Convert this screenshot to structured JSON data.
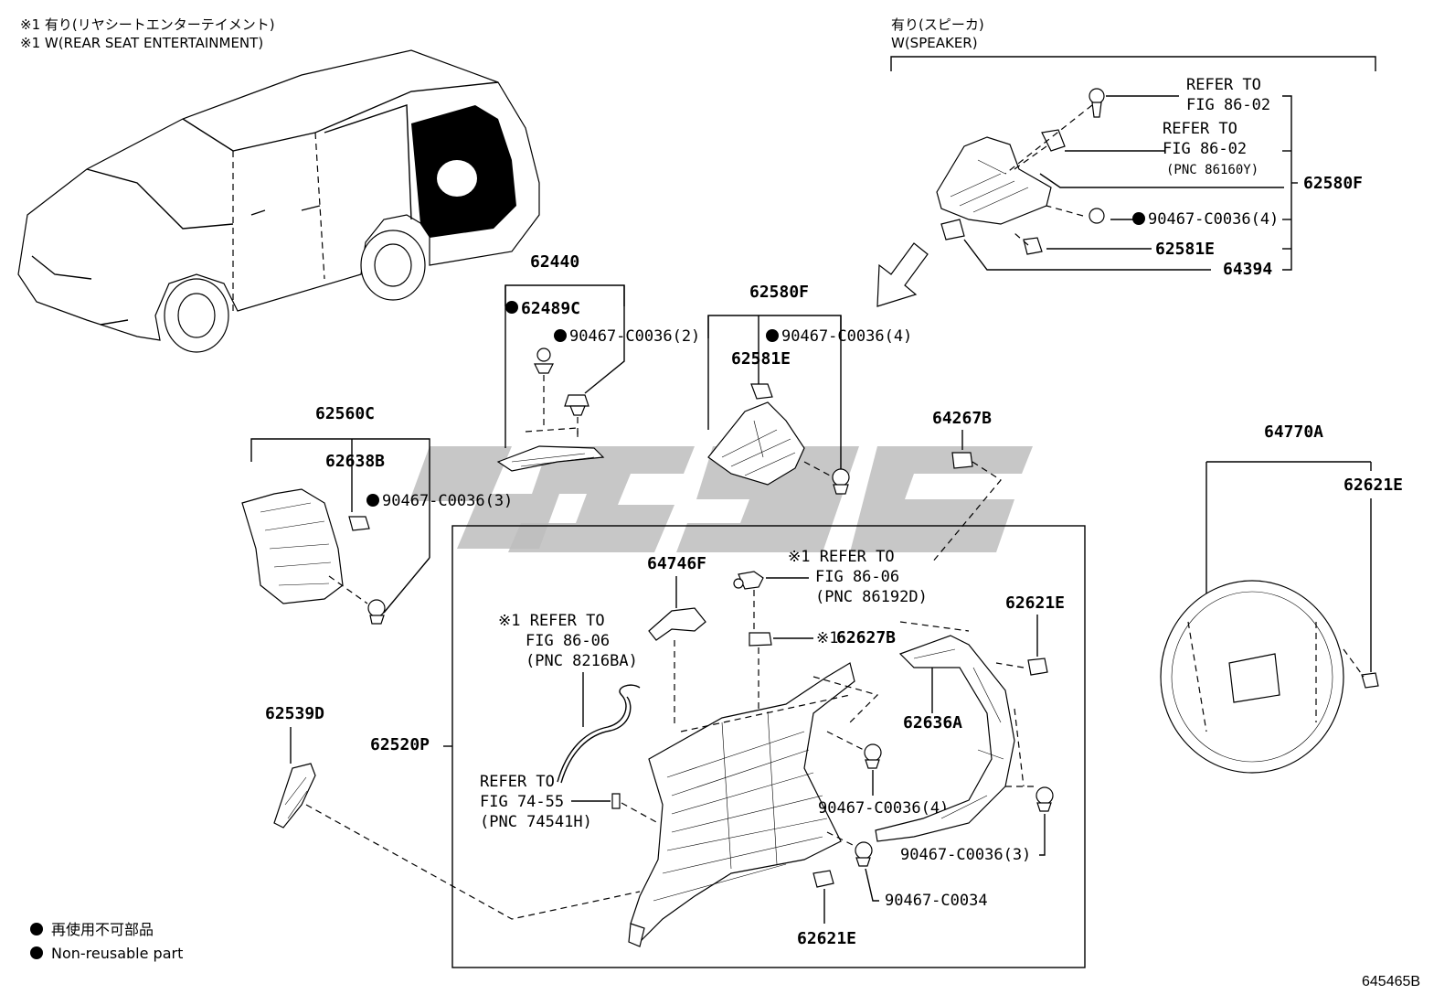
{
  "notes": {
    "top_left_jp": "※1 有り(リヤシートエンターテイメント)",
    "top_left_en": "※1 W(REAR SEAT ENTERTAINMENT)",
    "top_right_jp": "有り(スピーカ)",
    "top_right_en": "W(SPEAKER)"
  },
  "parts": {
    "p62440": "62440",
    "p62489C": "62489C",
    "p90467_2": "90467-C0036(2)",
    "p62580F_mid": "62580F",
    "p90467_4_mid": "90467-C0036(4)",
    "p62581E_mid": "62581E",
    "p62560C": "62560C",
    "p62638B": "62638B",
    "p90467_3_left": "90467-C0036(3)",
    "p64267B": "64267B",
    "p64770A": "64770A",
    "p62621E_right": "62621E",
    "p64746F": "64746F",
    "p62627B": "62627B",
    "p62621E_mid": "62621E",
    "p62636A": "62636A",
    "p62539D": "62539D",
    "p62520P": "62520P",
    "p90467_4_low": "90467-C0036(4)",
    "p90467_3_low": "90467-C0036(3)",
    "p90467_C0034": "90467-C0034",
    "p62621E_bottom": "62621E",
    "p62580F_right": "62580F",
    "p90467_4_right": "90467-C0036(4)",
    "p62581E_right": "62581E",
    "p64394": "64394"
  },
  "refs": {
    "r1_line1": "REFER TO",
    "r1_line2": "FIG 86-02",
    "r2_line1": "REFER TO",
    "r2_line2": "FIG 86-02",
    "r2_line3": "(PNC 86160Y)",
    "r3_line1": "※1 REFER TO",
    "r3_line2": "FIG 86-06",
    "r3_line3": "(PNC 86192D)",
    "r4_line1": "※1 REFER TO",
    "r4_line2": "FIG 86-06",
    "r4_line3": "(PNC 8216BA)",
    "r5_line1": "REFER TO",
    "r5_line2": "FIG 74-55",
    "r5_line3": "(PNC 74541H)",
    "mark_62627B": "※1"
  },
  "legend": {
    "jp": "再使用不可部品",
    "en": "Non-reusable part"
  },
  "diagram_code": "645465B"
}
